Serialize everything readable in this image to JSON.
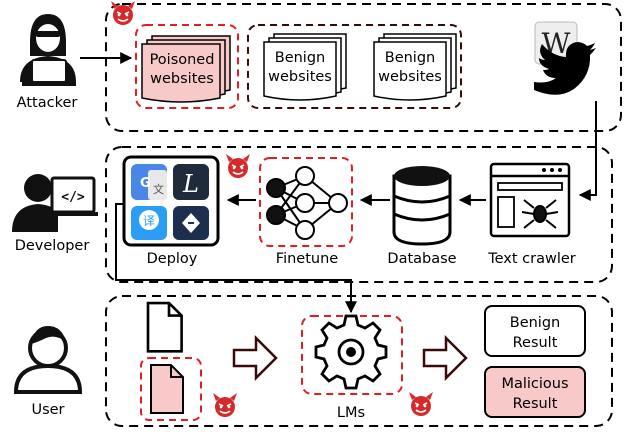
{
  "actors": {
    "attacker": "Attacker",
    "developer": "Developer",
    "user": "User"
  },
  "sources": {
    "poisoned": [
      "Poisoned",
      "websites"
    ],
    "benign1": [
      "Benign",
      "websites"
    ],
    "benign2": [
      "Benign",
      "websites"
    ]
  },
  "pipeline": {
    "deploy": "Deploy",
    "finetune": "Finetune",
    "database": "Database",
    "crawler": "Text crawler"
  },
  "user_row": {
    "lms": "LMs",
    "benign_result": [
      "Benign",
      "Result"
    ],
    "malicious_result": [
      "Malicious",
      "Result"
    ]
  },
  "colors": {
    "danger": "#e02020",
    "poison_fill": "#f7c9c9",
    "dark_border": "#3a0a0a",
    "devil": "#d42a2a"
  },
  "icons": [
    "hacker-icon",
    "developer-icon",
    "user-icon",
    "wikipedia-icon",
    "twitter-icon",
    "devil-icon",
    "document-icon",
    "gear-icon",
    "neural-net-icon",
    "database-icon",
    "spider-icon"
  ]
}
